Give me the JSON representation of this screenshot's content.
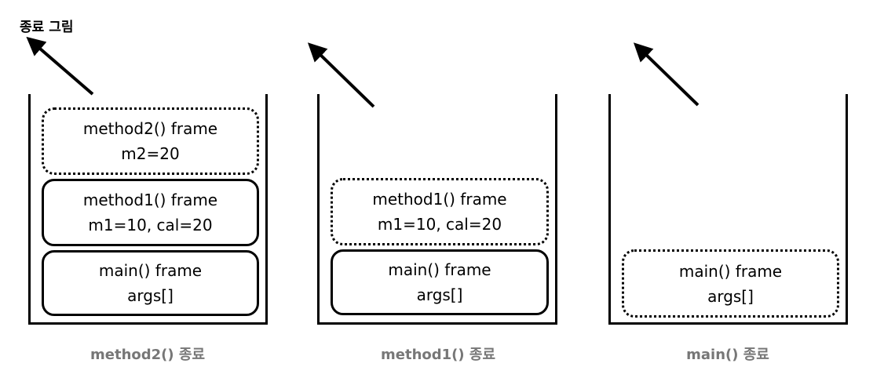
{
  "title": "종료 그림",
  "stacks": [
    {
      "caption": "method2() 종료",
      "frames": [
        {
          "line1": "method2() frame",
          "line2": "m2=20",
          "style": "dotted"
        },
        {
          "line1": "method1() frame",
          "line2": "m1=10, cal=20",
          "style": "solid"
        },
        {
          "line1": "main() frame",
          "line2": "args[]",
          "style": "solid"
        }
      ]
    },
    {
      "caption": "method1() 종료",
      "frames": [
        {
          "line1": "method1() frame",
          "line2": "m1=10, cal=20",
          "style": "dotted"
        },
        {
          "line1": "main() frame",
          "line2": "args[]",
          "style": "solid"
        }
      ]
    },
    {
      "caption": "main() 종료",
      "frames": [
        {
          "line1": "main() frame",
          "line2": "args[]",
          "style": "dotted"
        }
      ]
    }
  ]
}
